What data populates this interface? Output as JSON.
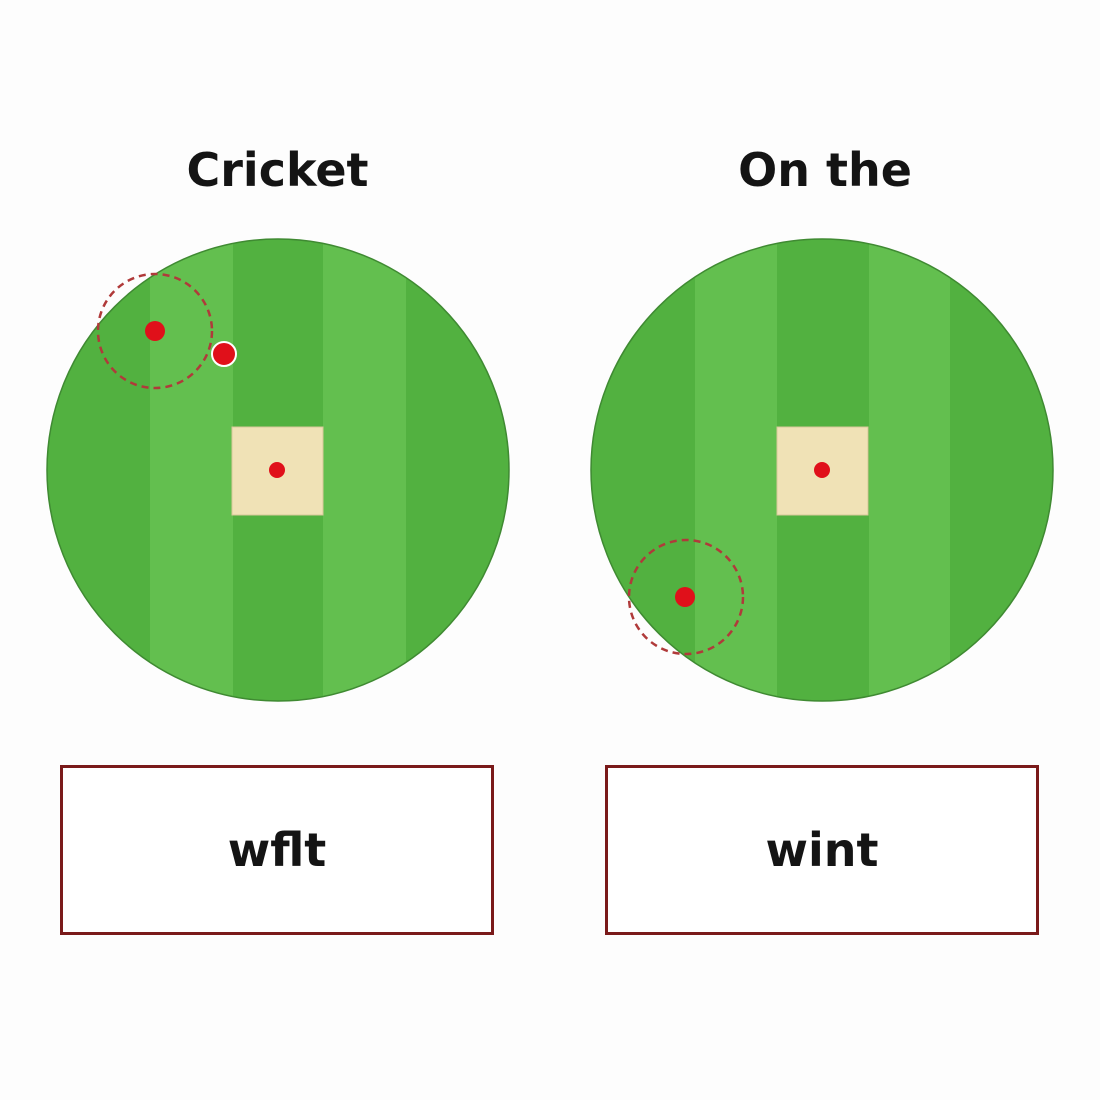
{
  "colors": {
    "field_light": "#63bf4f",
    "field_dark": "#52b140",
    "pitch": "#f0e2b6",
    "marker": "#e0101a",
    "dashed_ring": "#b03a3a",
    "box_border": "#7a1a1a"
  },
  "panels": [
    {
      "title": "Cricket",
      "label": "wflt",
      "markers": [
        "center-marker",
        "fielder-marker",
        "ball-marker"
      ]
    },
    {
      "title": "On the",
      "label": "wint",
      "markers": [
        "center-marker",
        "fielder-marker"
      ]
    }
  ]
}
